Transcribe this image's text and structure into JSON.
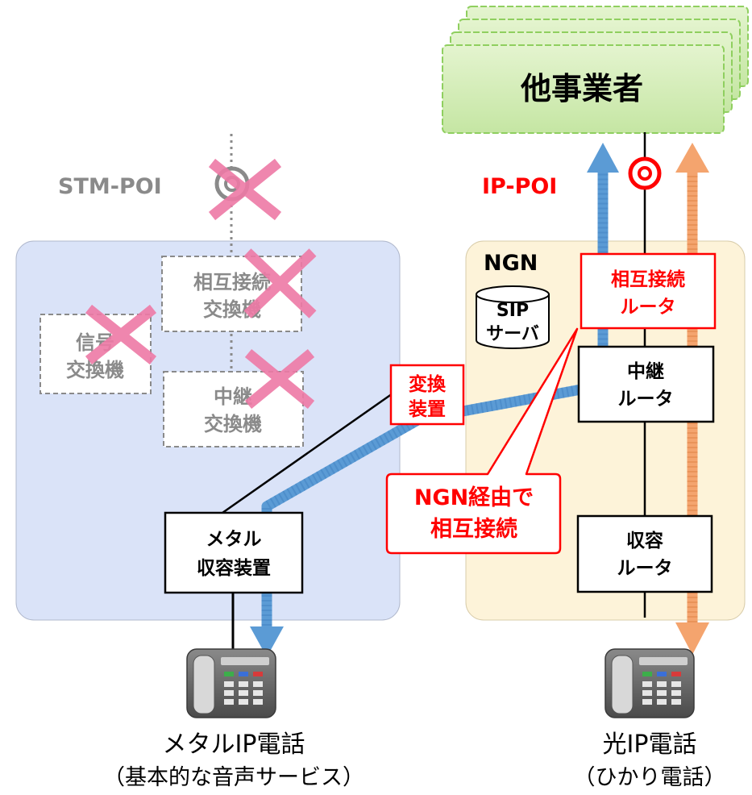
{
  "other_carriers": {
    "label": "他事業者"
  },
  "stm_poi": {
    "label": "STM-POI"
  },
  "ip_poi": {
    "label": "IP-POI"
  },
  "legacy_network": {
    "interconnect_switch": [
      "相互接続",
      "交換機"
    ],
    "signal_switch": [
      "信号",
      "交換機"
    ],
    "relay_switch": [
      "中継",
      "交換機"
    ]
  },
  "ngn": {
    "label": "NGN",
    "sip_server": [
      "SIP",
      "サーバ"
    ],
    "interconnect_router": [
      "相互接続",
      "ルータ"
    ],
    "relay_router": [
      "中継",
      "ルータ"
    ],
    "access_router": [
      "収容",
      "ルータ"
    ]
  },
  "converter": [
    "変換",
    "装置"
  ],
  "metal_access": [
    "メタル",
    "収容装置"
  ],
  "callout": [
    "NGN経由で",
    "相互接続"
  ],
  "metal_phone": {
    "label": "メタルIP電話",
    "sublabel": "（基本的な音声サービス）"
  },
  "optical_phone": {
    "label": "光IP電話",
    "sublabel": "（ひかり電話）"
  },
  "colors": {
    "red": "#ff0000",
    "blue_flow": "#5b9bd5",
    "orange_flow": "#f4a46e",
    "cross": "#ee7aa6",
    "legacy_bg": "#dae3f8",
    "ngn_bg": "#fdf3d9"
  }
}
